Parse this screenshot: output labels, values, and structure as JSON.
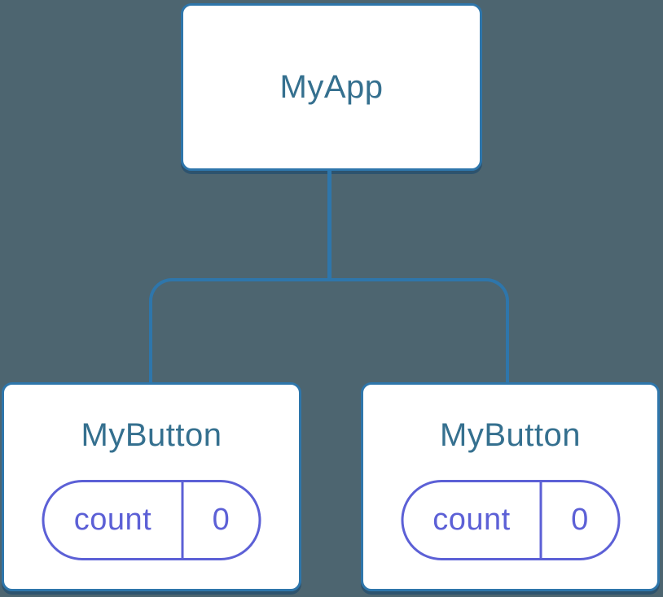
{
  "diagram": {
    "type": "component-tree",
    "nodes": {
      "root": {
        "label": "MyApp"
      },
      "children": [
        {
          "label": "MyButton",
          "state": {
            "name": "count",
            "value": "0"
          }
        },
        {
          "label": "MyButton",
          "state": {
            "name": "count",
            "value": "0"
          }
        }
      ]
    }
  },
  "colors": {
    "background": "#4D6570",
    "node_fill": "#FFFFFF",
    "node_border": "#2E76AB",
    "node_shadow": "#1F5A87",
    "node_label": "#35708F",
    "connector": "#2E76AB",
    "state_accent": "#5C60D6"
  }
}
